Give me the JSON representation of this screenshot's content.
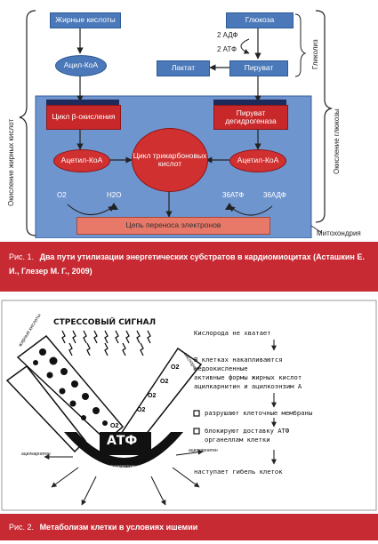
{
  "figure1": {
    "fatty_acids": "Жирные кислоты",
    "glucose": "Глюкоза",
    "acyl_coa": "Ацил-КоА",
    "adp": "2 АДФ",
    "atp": "2 АТФ",
    "lactate": "Лактат",
    "pyruvate": "Пируват",
    "glycolysis": "Гликолиз",
    "beta_cycle": "Цикл β-окисления",
    "pdh": "Пируват дегидрогеназа",
    "tca": "Цикл трикарбоновых кислот",
    "acetyl_coa_left": "Ацетил-КоА",
    "acetyl_coa_right": "Ацетил-КоА",
    "o2": "O2",
    "h2o": "H2O",
    "atp36": "36АТФ",
    "adp36": "36АДФ",
    "etc": "Цепь переноса электронов",
    "mito": "Митохондрия",
    "fa_oxidation": "Окисление жирных кислот",
    "glucose_oxidation": "Окисление глюкозы",
    "caption_label": "Рис. 1.",
    "caption_text": "Два пути утилизации энергетических субстратов в кардиомиоцитах (Асташкин Е. И., Глезер М. Г., 2009)"
  },
  "figure2": {
    "stress_signal": "СТРЕССОВЫЙ СИГНАЛ",
    "fatty_acids_small": "жирные кислоты",
    "oxygen_small": "кислород",
    "o2": "O2",
    "atf": "АТФ",
    "arc_text": "накопление промежуточных продуктов",
    "acylcarnitine": "ацилкарнитин",
    "line1": "Кислорода не хватает",
    "line2a": "В клетках накапливаются",
    "line2b": "недоокисленные",
    "line2c": "активные формы жирных кислот",
    "line2d": "ацилкарнитин и ацилкоэнзим А",
    "line3": "разрушают клеточные мембраны",
    "line4a": "блокируют доставку АТФ",
    "line4b": "органеллам клетки",
    "line5": "наступает гибель клеток",
    "caption_label": "Рис. 2.",
    "caption_text": "Метаболизм клетки в условиях ишемии"
  },
  "colors": {
    "blue_box": "#4a78b8",
    "red_box": "#c8282a",
    "mito_fill": "#6f95cf",
    "caption_red": "#c82a34"
  }
}
